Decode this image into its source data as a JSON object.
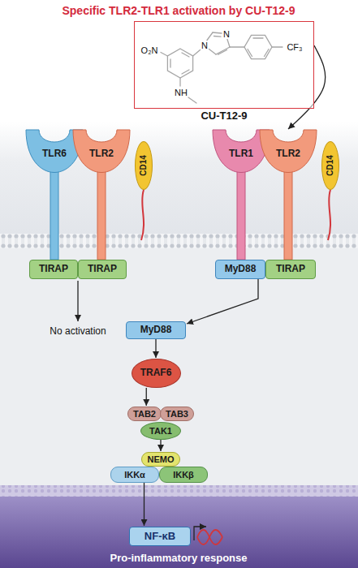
{
  "diagram": {
    "title": "Specific TLR2-TLR1 activation by CU-T12-9",
    "nodes": [
      {
        "text": [
          "CU-T12-9"
        ]
      },
      {
        "text": [
          "TLR6"
        ]
      },
      {
        "text": [
          "TLR2"
        ]
      },
      {
        "text": [
          "CD14"
        ]
      },
      {
        "text": [
          "TIRAP"
        ]
      },
      {
        "text": [
          "TIRAP"
        ]
      },
      {
        "text": [
          "TLR1"
        ]
      },
      {
        "text": [
          "TLR2"
        ]
      },
      {
        "text": [
          "CD14"
        ]
      },
      {
        "text": [
          "MyD88"
        ]
      },
      {
        "text": [
          "TIRAP"
        ]
      },
      {
        "text": [
          "MyD88"
        ]
      },
      {
        "text": [
          "TRAF6"
        ]
      },
      {
        "text": [
          "TAB2"
        ]
      },
      {
        "text": [
          "TAB3"
        ]
      },
      {
        "text": [
          "TAK1"
        ]
      },
      {
        "text": [
          "NEMO"
        ]
      },
      {
        "text": [
          "IKKα"
        ]
      },
      {
        "text": [
          "IKKβ"
        ]
      },
      {
        "text": [
          "NF-κB"
        ]
      }
    ],
    "edges": [
      {
        "from": 0,
        "to": 7,
        "arrow": "to"
      },
      {
        "from": 9,
        "to": 11,
        "arrow": "to"
      },
      {
        "from": 11,
        "to": 12,
        "arrow": "to"
      },
      {
        "from": 12,
        "to": 13,
        "arrow": "to"
      },
      {
        "from": 15,
        "to": 16,
        "arrow": "to"
      },
      {
        "from": 17,
        "to": 19,
        "arrow": "to"
      }
    ],
    "labels": [
      "O₂N",
      "N",
      "N",
      "NH",
      "CF₃",
      "No activation",
      "Pro-inflammatory response"
    ]
  }
}
